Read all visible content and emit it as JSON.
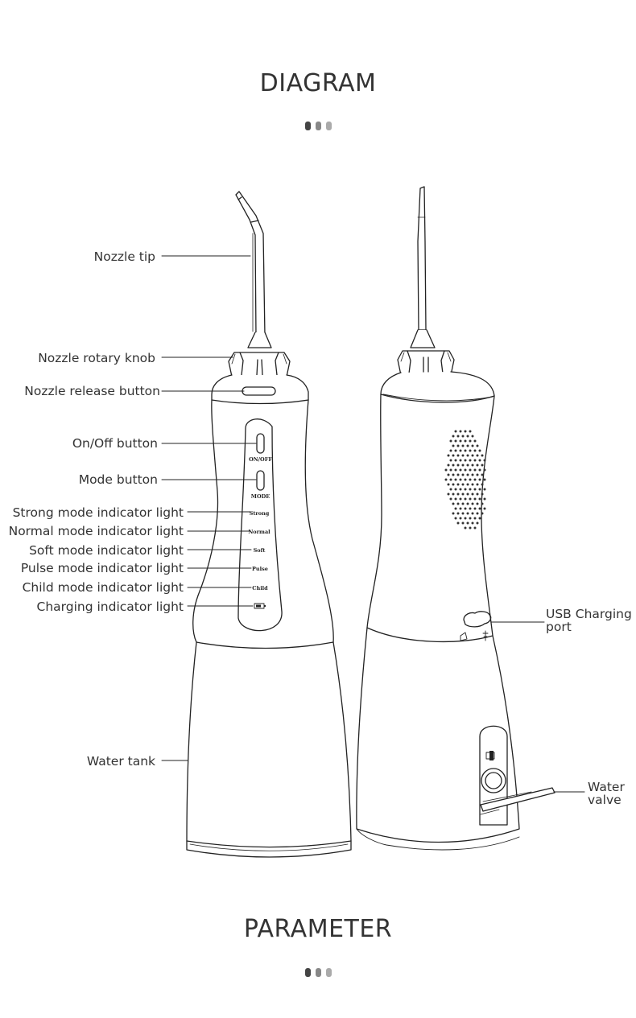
{
  "headings": {
    "diagram": "DIAGRAM",
    "parameter": "PARAMETER"
  },
  "dot_colors": [
    "#444444",
    "#888888",
    "#aaaaaa"
  ],
  "labels": {
    "nozzle_tip": "Nozzle tip",
    "nozzle_rotary_knob": "Nozzle rotary knob",
    "nozzle_release_button": "Nozzle release button",
    "on_off_button": "On/Off button",
    "mode_button": "Mode button",
    "strong_mode": "Strong mode indicator light",
    "normal_mode": "Normal mode indicator light",
    "soft_mode": "Soft mode indicator light",
    "pulse_mode": "Pulse mode indicator light",
    "child_mode": "Child mode indicator light",
    "charging_light": "Charging indicator light",
    "water_tank": "Water tank",
    "usb_line1": "USB Charging",
    "usb_line2": "port",
    "valve_line1": "Water",
    "valve_line2": "valve"
  },
  "panel_text": {
    "on_off": "ON/OFF",
    "mode": "MODE",
    "strong": "Strong",
    "normal": "Normal",
    "soft": "Soft",
    "pulse": "Pulse",
    "child": "Child"
  },
  "line_color": "#222222"
}
